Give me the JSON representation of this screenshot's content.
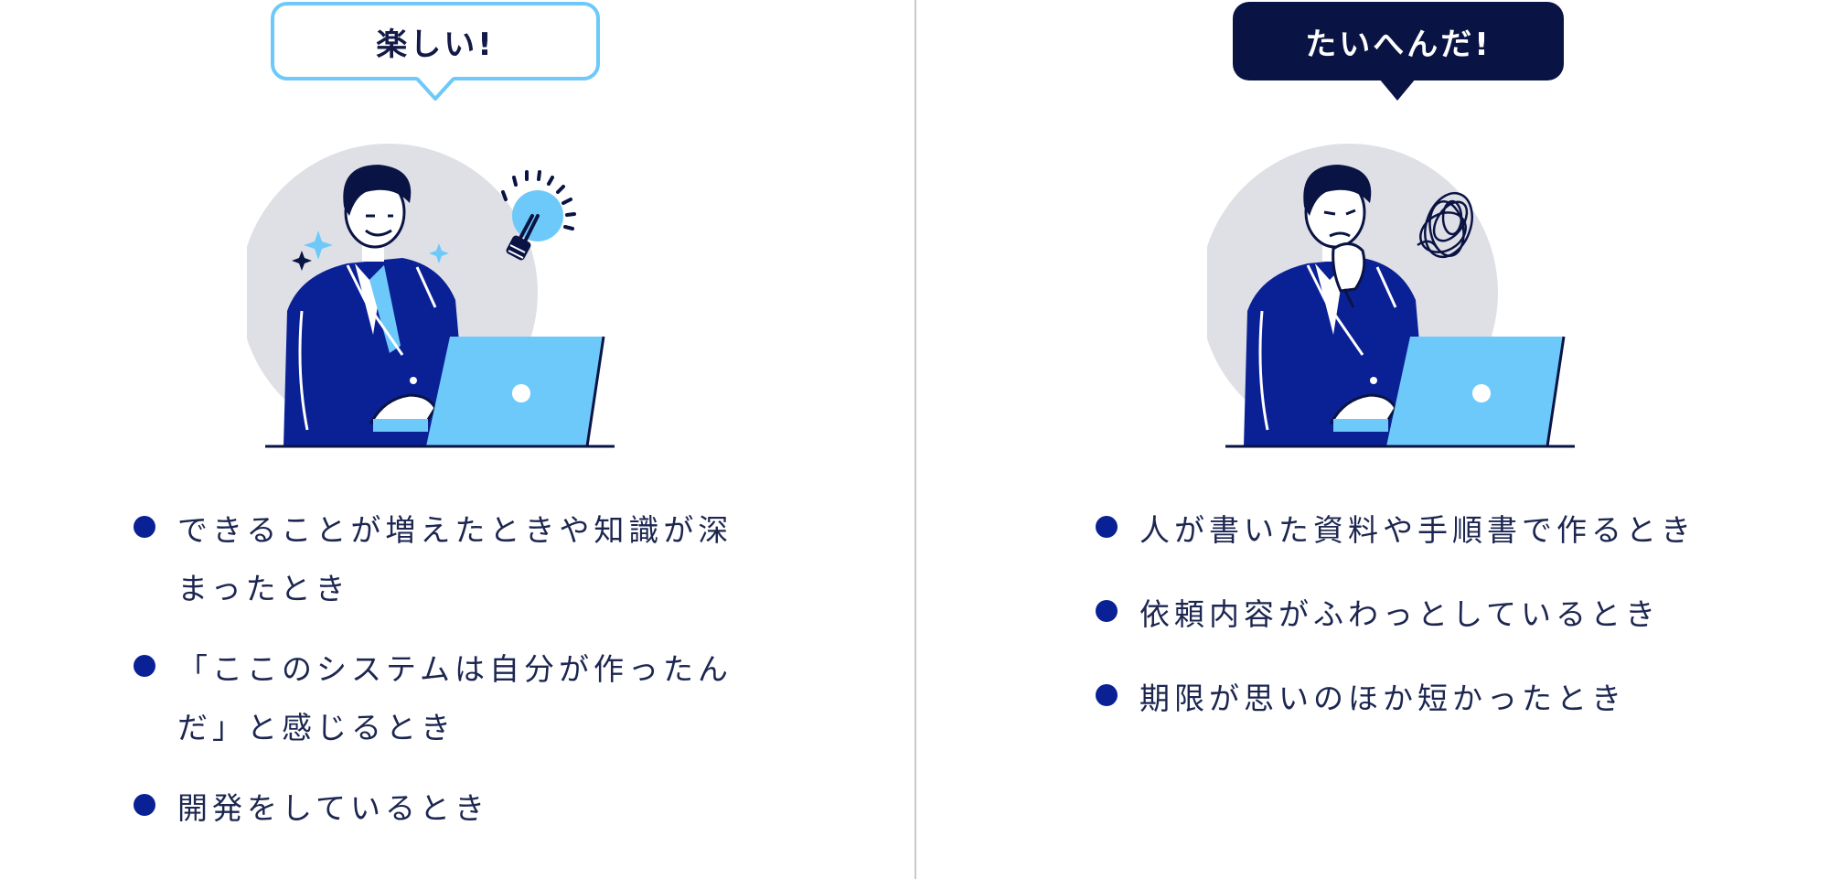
{
  "left": {
    "bubble": "楽しい!",
    "items": [
      "できることが増えたときや知識が深まったとき",
      "「ここのシステムは自分が作ったんだ」と感じるとき",
      "開発をしているとき"
    ]
  },
  "right": {
    "bubble": "たいへんだ!",
    "items": [
      "人が書いた資料や手順書で作るとき",
      "依頼内容がふわっとしているとき",
      "期限が思いのほか短かったとき"
    ]
  },
  "colors": {
    "navy": "#0a1444",
    "suit": "#0a2196",
    "accent_light_blue": "#6ec9fb",
    "circle_gray": "#dfe0e6",
    "divider": "#c7c9d0"
  },
  "icons": [
    "lightbulb-icon",
    "sparkle-icon",
    "scribble-icon",
    "laptop-icon"
  ]
}
